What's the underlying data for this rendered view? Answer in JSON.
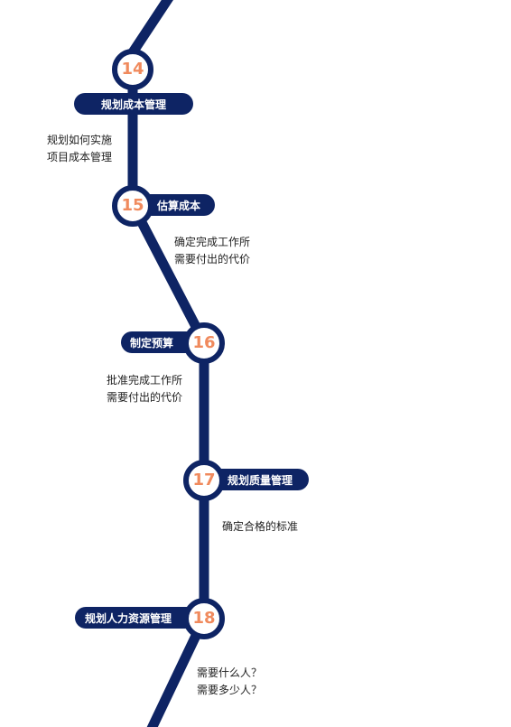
{
  "colors": {
    "line": "#0e2464",
    "number": "#f08a5d",
    "station_fill": "#ffffff",
    "text": "#222222"
  },
  "stations": [
    {
      "number": "14",
      "label": "规划成本管理",
      "desc": [
        "规划如何实施",
        "项目成本管理"
      ]
    },
    {
      "number": "15",
      "label": "估算成本",
      "desc": [
        "确定完成工作所",
        "需要付出的代价"
      ]
    },
    {
      "number": "16",
      "label": "制定预算",
      "desc": [
        "批准完成工作所",
        "需要付出的代价"
      ]
    },
    {
      "number": "17",
      "label": "规划质量管理",
      "desc": [
        "确定合格的标准"
      ]
    },
    {
      "number": "18",
      "label": "规划人力资源管理",
      "desc": [
        "需要什么人？",
        "需要多少人？"
      ]
    }
  ]
}
